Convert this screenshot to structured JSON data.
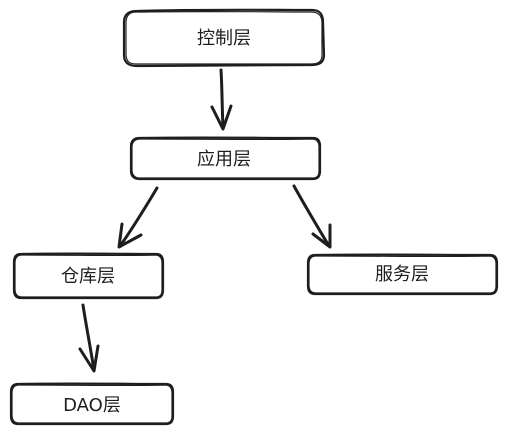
{
  "nodes": {
    "control": {
      "label": "控制层"
    },
    "application": {
      "label": "应用层"
    },
    "repository": {
      "label": "仓库层"
    },
    "service": {
      "label": "服务层"
    },
    "dao": {
      "label": "DAO层"
    }
  },
  "edges": [
    {
      "from": "control",
      "to": "application"
    },
    {
      "from": "application",
      "to": "repository"
    },
    {
      "from": "application",
      "to": "service"
    },
    {
      "from": "repository",
      "to": "dao"
    }
  ],
  "colors": {
    "stroke": "#1e1e1e",
    "background": "#ffffff"
  }
}
